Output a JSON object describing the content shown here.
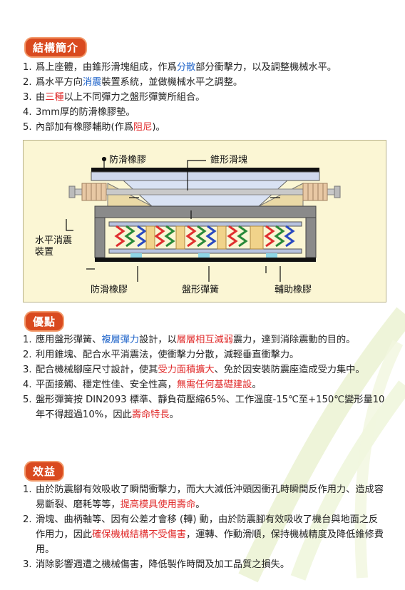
{
  "structure": {
    "tag": "結構簡介",
    "items": [
      {
        "num": "1.",
        "parts": [
          {
            "t": "爲上座體，由錐形滑塊組成，作爲"
          },
          {
            "t": "分散",
            "c": "blue"
          },
          {
            "t": "部分衝擊力，以及調整機械水平。"
          }
        ]
      },
      {
        "num": "2.",
        "parts": [
          {
            "t": "爲水平方向"
          },
          {
            "t": "消震",
            "c": "blue"
          },
          {
            "t": "裝置系統，並做機械水平之調整。"
          }
        ]
      },
      {
        "num": "3.",
        "parts": [
          {
            "t": "由"
          },
          {
            "t": "三種",
            "c": "red"
          },
          {
            "t": "以上不同彈力之盤形彈簧所組合。"
          }
        ]
      },
      {
        "num": "4.",
        "parts": [
          {
            "t": "3mm厚的防滑橡膠墊。"
          }
        ]
      },
      {
        "num": "5.",
        "parts": [
          {
            "t": "內部加有橡膠輔助(作爲"
          },
          {
            "t": "阻尼",
            "c": "red"
          },
          {
            "t": ")。"
          }
        ]
      }
    ]
  },
  "diagram": {
    "label_antislip_top": "防滑橡膠",
    "label_cone_block": "錐形滑塊",
    "label_horizontal": "水平消震",
    "label_device": "裝置",
    "label_antislip_bottom": "防滑橡膠",
    "label_spring": "盤形彈簧",
    "label_aux_rubber": "輔助橡膠"
  },
  "advantages": {
    "tag": "優點",
    "items": [
      {
        "num": "1.",
        "parts": [
          {
            "t": "應用盤形彈簧、"
          },
          {
            "t": "複層彈力",
            "c": "blue"
          },
          {
            "t": "設計，以"
          },
          {
            "t": "層層相互減弱",
            "c": "red"
          },
          {
            "t": "震力，達到消除震動的目的。"
          }
        ]
      },
      {
        "num": "2.",
        "parts": [
          {
            "t": "利用錐塊、配合水平消震法，使衝擊力分散，減輕垂直衝擊力。"
          }
        ]
      },
      {
        "num": "3.",
        "parts": [
          {
            "t": "配合機械腳座尺寸設計，使其"
          },
          {
            "t": "受力面積擴大",
            "c": "red"
          },
          {
            "t": "、免於因安裝防震座造成受力集中。"
          }
        ]
      },
      {
        "num": "4.",
        "parts": [
          {
            "t": "平面接觸、穩定性佳、安全性高，"
          },
          {
            "t": "無需任何基礎建設",
            "c": "red"
          },
          {
            "t": "。"
          }
        ]
      },
      {
        "num": "5.",
        "parts": [
          {
            "t": "盤形彈簧按 DIN2093 標準、靜負荷壓縮65%、工作溫度-15℃至+150℃變形量10年不得超過10%，因此"
          },
          {
            "t": "壽命特長",
            "c": "red"
          },
          {
            "t": "。"
          }
        ]
      }
    ]
  },
  "benefits": {
    "tag": "效益",
    "items": [
      {
        "num": "1.",
        "parts": [
          {
            "t": "由於防震腳有效吸收了瞬間衝擊力，而大大減低沖頭因衝孔時瞬間反作用力、造成容易斷裂、磨耗等等，"
          },
          {
            "t": "提高模具使用壽命",
            "c": "red"
          },
          {
            "t": "。"
          }
        ]
      },
      {
        "num": "2.",
        "parts": [
          {
            "t": "滑塊、曲柄軸等、因有公差才會移 (轉) 動，由於防震腳有效吸收了機台與地面之反作用力，因此"
          },
          {
            "t": "確保機械結構不受傷害",
            "c": "red"
          },
          {
            "t": "，運轉、作動滑順，保持機械精度及降低維修費用。"
          }
        ]
      },
      {
        "num": "3.",
        "parts": [
          {
            "t": "消除影響週遭之機械傷害，降低製作時間及加工品質之損失。"
          }
        ]
      }
    ]
  },
  "colors": {
    "tag_bg": "#d94a1f",
    "red": "#e02a2a",
    "blue": "#1e63c9"
  }
}
